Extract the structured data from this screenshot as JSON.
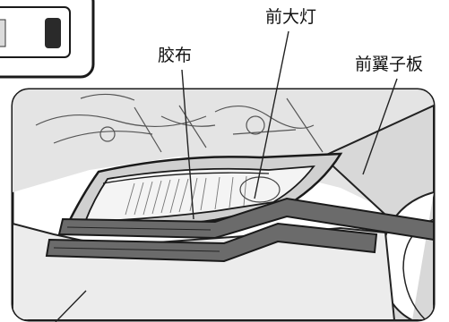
{
  "labels": {
    "headlight": "前大灯",
    "tape": "胶布",
    "fender": "前翼子板"
  },
  "colors": {
    "frame": "#1a1a1a",
    "tape": "#6b6b6b",
    "panel": "#e9e9e9",
    "line": "#222222"
  }
}
